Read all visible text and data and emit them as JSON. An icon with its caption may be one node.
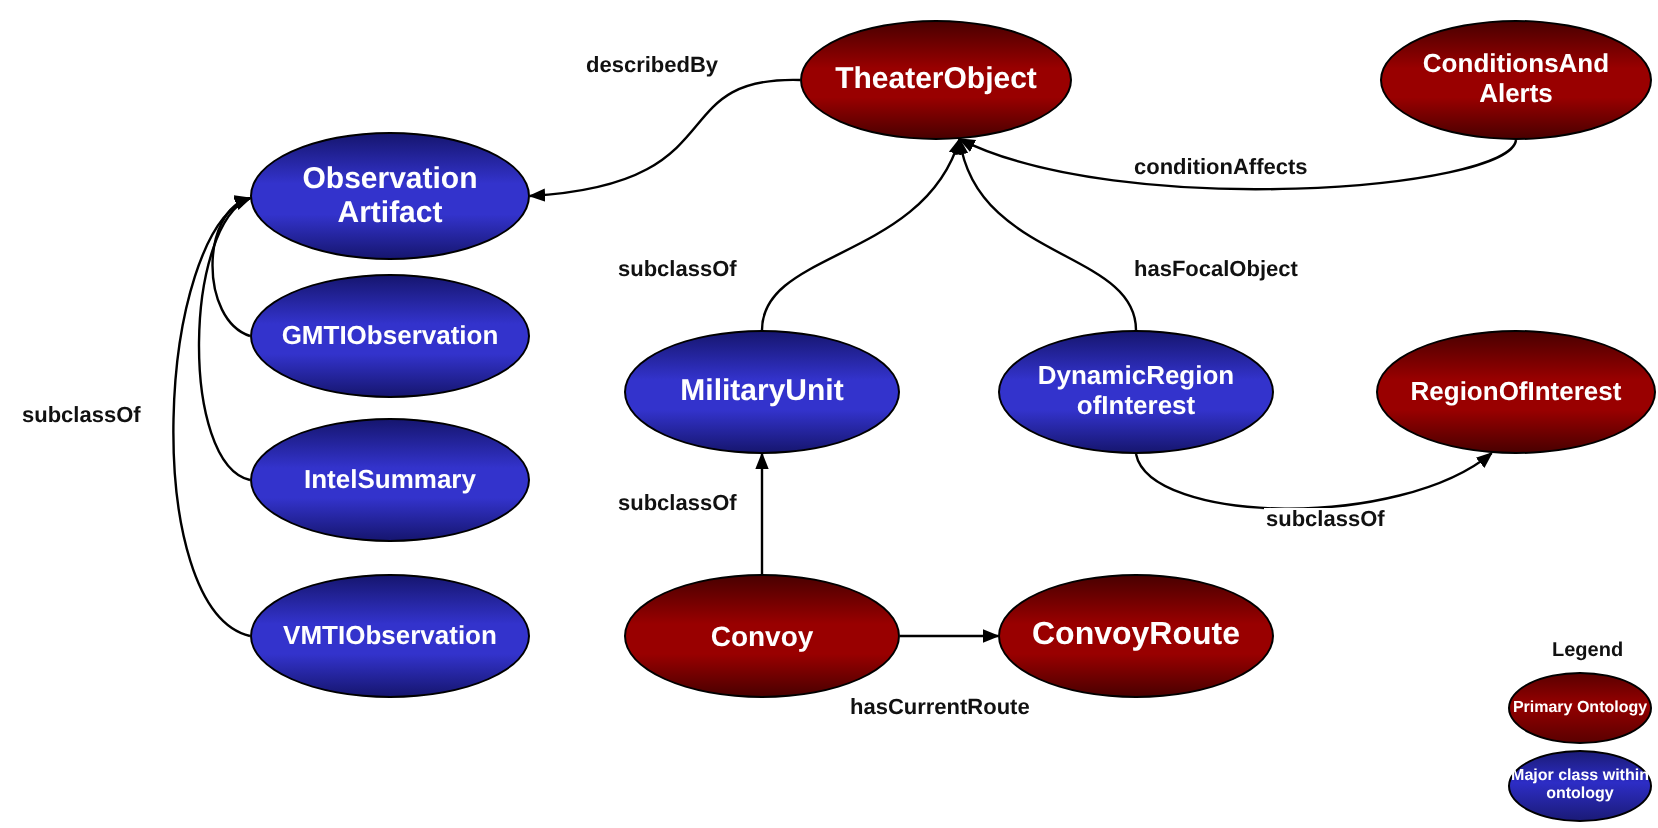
{
  "diagram": {
    "nodes": [
      {
        "text": [
          "TheaterObject"
        ]
      },
      {
        "text": [
          "ConditionsAnd Alerts"
        ]
      },
      {
        "text": [
          "Observation Artifact"
        ]
      },
      {
        "text": [
          "GMTIObservation"
        ]
      },
      {
        "text": [
          "MilitaryUnit"
        ]
      },
      {
        "text": [
          "DynamicRegion ofInterest"
        ]
      },
      {
        "text": [
          "RegionOfInterest"
        ]
      },
      {
        "text": [
          "IntelSummary"
        ]
      },
      {
        "text": [
          "Convoy"
        ]
      },
      {
        "text": [
          "ConvoyRoute"
        ]
      },
      {
        "text": [
          "VMTIObservation"
        ]
      }
    ],
    "edges": [
      {
        "from": 0,
        "to": 2,
        "arrow": "to",
        "label": "describedBy"
      },
      {
        "from": 1,
        "to": 0,
        "arrow": "to",
        "label": "conditionAffects"
      },
      {
        "from": 4,
        "to": 0,
        "arrow": "to",
        "label": "subclassOf"
      },
      {
        "from": 5,
        "to": 0,
        "arrow": "to",
        "label": "hasFocalObject"
      },
      {
        "from": 5,
        "to": 6,
        "arrow": "to",
        "label": "subclassOf"
      },
      {
        "from": 8,
        "to": 4,
        "arrow": "to",
        "label": "subclassOf"
      },
      {
        "from": 8,
        "to": 9,
        "arrow": "to",
        "label": "hasCurrentRoute"
      },
      {
        "from": 3,
        "to": 2,
        "arrow": "to"
      },
      {
        "from": 7,
        "to": 2,
        "arrow": "to"
      },
      {
        "from": 10,
        "to": 2,
        "arrow": "to",
        "label": "subclassOf"
      }
    ],
    "labels": [
      "Legend"
    ],
    "legend": [
      {
        "text": "Primary Ontology",
        "color": "#8b0000"
      },
      {
        "text": "Major class within ontology",
        "color": "#2a2ab8"
      }
    ]
  }
}
